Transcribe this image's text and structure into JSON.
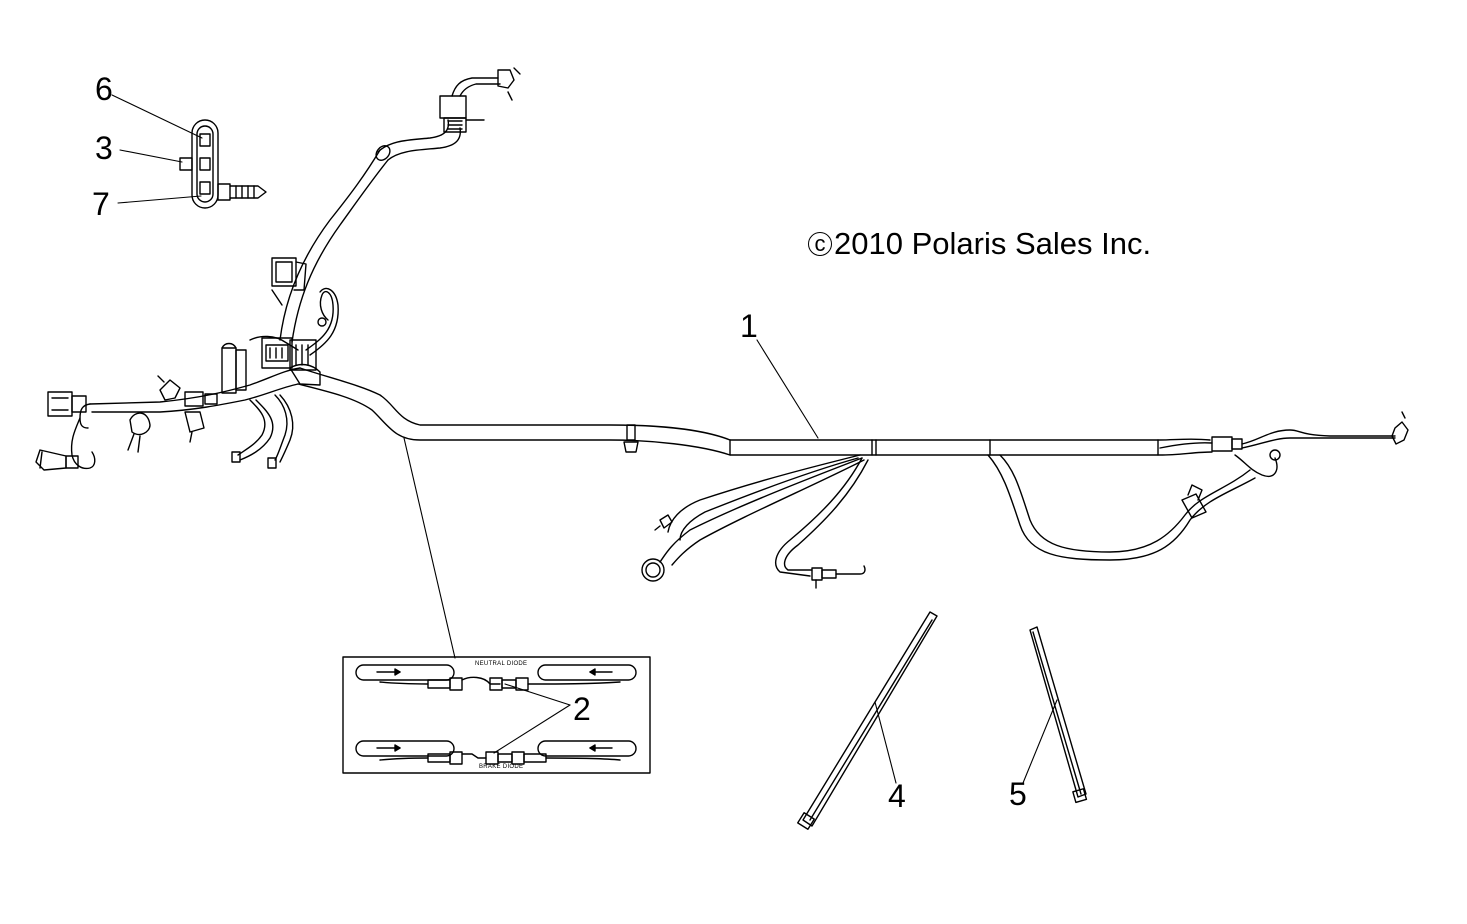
{
  "copyright": {
    "symbol": "c",
    "text": "2010 Polaris Sales Inc."
  },
  "callouts": {
    "c1": "1",
    "c2": "2",
    "c3": "3",
    "c4": "4",
    "c5": "5",
    "c6": "6",
    "c7": "7"
  },
  "inset": {
    "top_label": "NEUTRAL DIODE",
    "bottom_label": "BRAKE DIODE"
  }
}
